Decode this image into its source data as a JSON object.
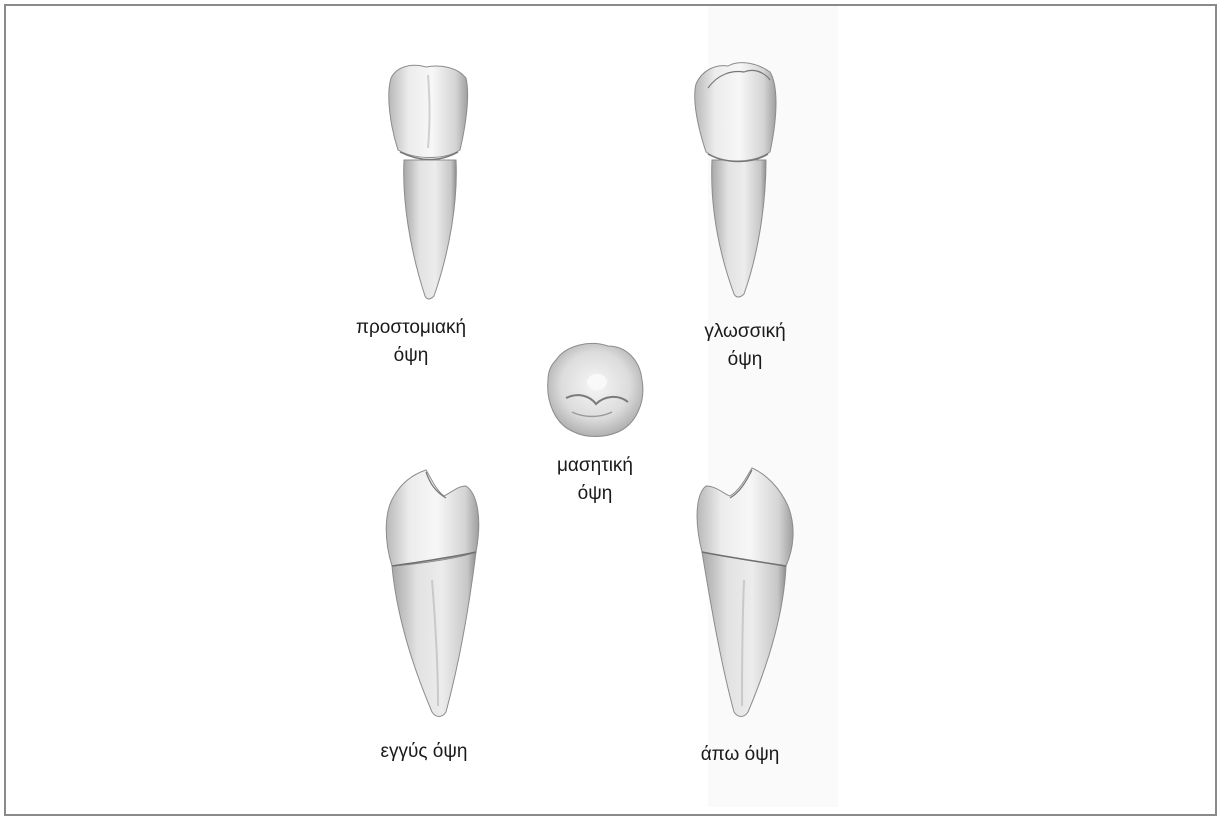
{
  "views": {
    "buccal": {
      "line1": "προστομιακή",
      "line2": "όψη"
    },
    "lingual": {
      "line1": "γλωσσική",
      "line2": "όψη"
    },
    "occlusal": {
      "line1": "μασητική",
      "line2": "όψη"
    },
    "mesial": {
      "label": "εγγύς όψη"
    },
    "distal": {
      "label": "άπω όψη"
    }
  },
  "colors": {
    "frame": "#8a8a8a",
    "tooth_light": "#f4f4f4",
    "tooth_mid": "#d9d9d9",
    "tooth_dark": "#9a9a9a"
  }
}
